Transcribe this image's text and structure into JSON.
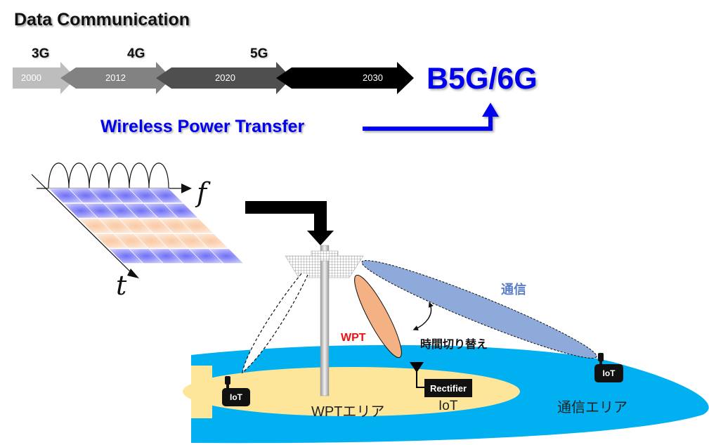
{
  "title": "Data Communication",
  "timeline": {
    "generations": [
      {
        "label": "3G",
        "year": "2000",
        "color": "#bdbdbd"
      },
      {
        "label": "4G",
        "year": "2012",
        "color": "#828282"
      },
      {
        "label": "5G",
        "year": "2020",
        "color": "#4f4f4f"
      },
      {
        "label": "",
        "year": "2030",
        "color": "#000000"
      }
    ],
    "target": "B5G/6G"
  },
  "wpt_title": "Wireless Power Transfer",
  "ofdm": {
    "freq_axis": "f",
    "time_axis": "t"
  },
  "scene": {
    "comm_beam_label": "通信",
    "wpt_beam_label": "WPT",
    "switch_label": "時間切り替え",
    "rectifier_label": "Rectifier",
    "iot_labels": [
      "IoT",
      "IoT",
      "IoT"
    ],
    "wpt_area_label": "WPTエリア",
    "comm_area_label": "通信エリア"
  },
  "colors": {
    "accent_blue": "#0000ee",
    "comm_area": "#00b0f0",
    "wpt_area": "#fde699",
    "comm_beam": "#8eaadb",
    "wpt_beam": "#f4b183",
    "wpt_red": "#ee1111"
  }
}
